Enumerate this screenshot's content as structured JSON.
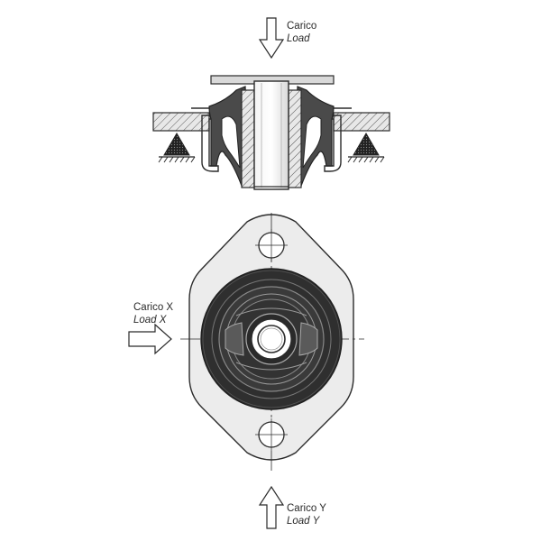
{
  "labels": {
    "load_top": {
      "primary": "Carico",
      "secondary": "Load"
    },
    "load_x": {
      "primary": "Carico X",
      "secondary": "Load X"
    },
    "load_y": {
      "primary": "Carico Y",
      "secondary": "Load Y"
    }
  },
  "colors": {
    "line": "#2b2b2b",
    "rubber": "#4a4a4a",
    "rubber_dark": "#333333",
    "plate": "#d9d9d9",
    "hatch_bg": "#e6e6e6",
    "white": "#ffffff"
  },
  "icons": [
    "down-arrow-icon",
    "right-arrow-icon",
    "up-arrow-icon",
    "support-triangle-icon"
  ]
}
